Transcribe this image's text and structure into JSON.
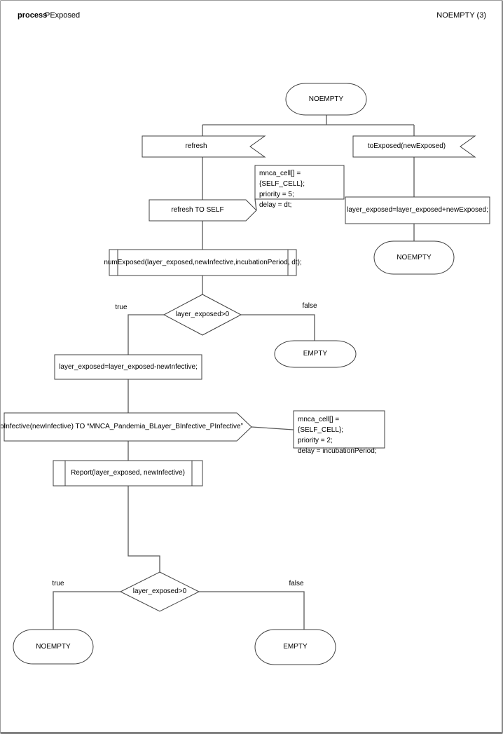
{
  "header": {
    "process_label": "process",
    "title": "PExposed",
    "state_indicator": "NOEMPTY (3)"
  },
  "nodes": {
    "state_top": "NOEMPTY",
    "receive_refresh": "refresh",
    "receive_toexposed": "toExposed(newExposed)",
    "send_refresh_self": "refresh TO SELF",
    "note_dt": "mnca_cell[] = {SELF_CELL};\npriority = 5;\ndelay = dt;",
    "action_add": "layer_exposed=layer_exposed+newExposed;",
    "state_right": "NOEMPTY",
    "call_numexposed": "numExposed(layer_exposed,newInfective,incubationPeriod, dt);",
    "decision1": "layer_exposed>0",
    "label_true1": "true",
    "label_false1": "false",
    "state_empty_mid": "EMPTY",
    "action_sub": "layer_exposed=layer_exposed-newInfective;",
    "send_toinfective": "toInfective(newInfective) TO “MNCA_Pandemia_BLayer_BInfective_PInfective”",
    "note_incubation": "mnca_cell[] = {SELF_CELL};\npriority = 2;\ndelay = incubationPeriod;",
    "call_report": "Report(layer_exposed, newInfective)",
    "decision2": "layer_exposed>0",
    "label_true2": "true",
    "label_false2": "false",
    "state_noempty_bottom": "NOEMPTY",
    "state_empty_bottom": "EMPTY"
  },
  "colors": {
    "connector": "#595959",
    "shape_stroke": "#404040",
    "page_border": "#7f7f7f"
  }
}
